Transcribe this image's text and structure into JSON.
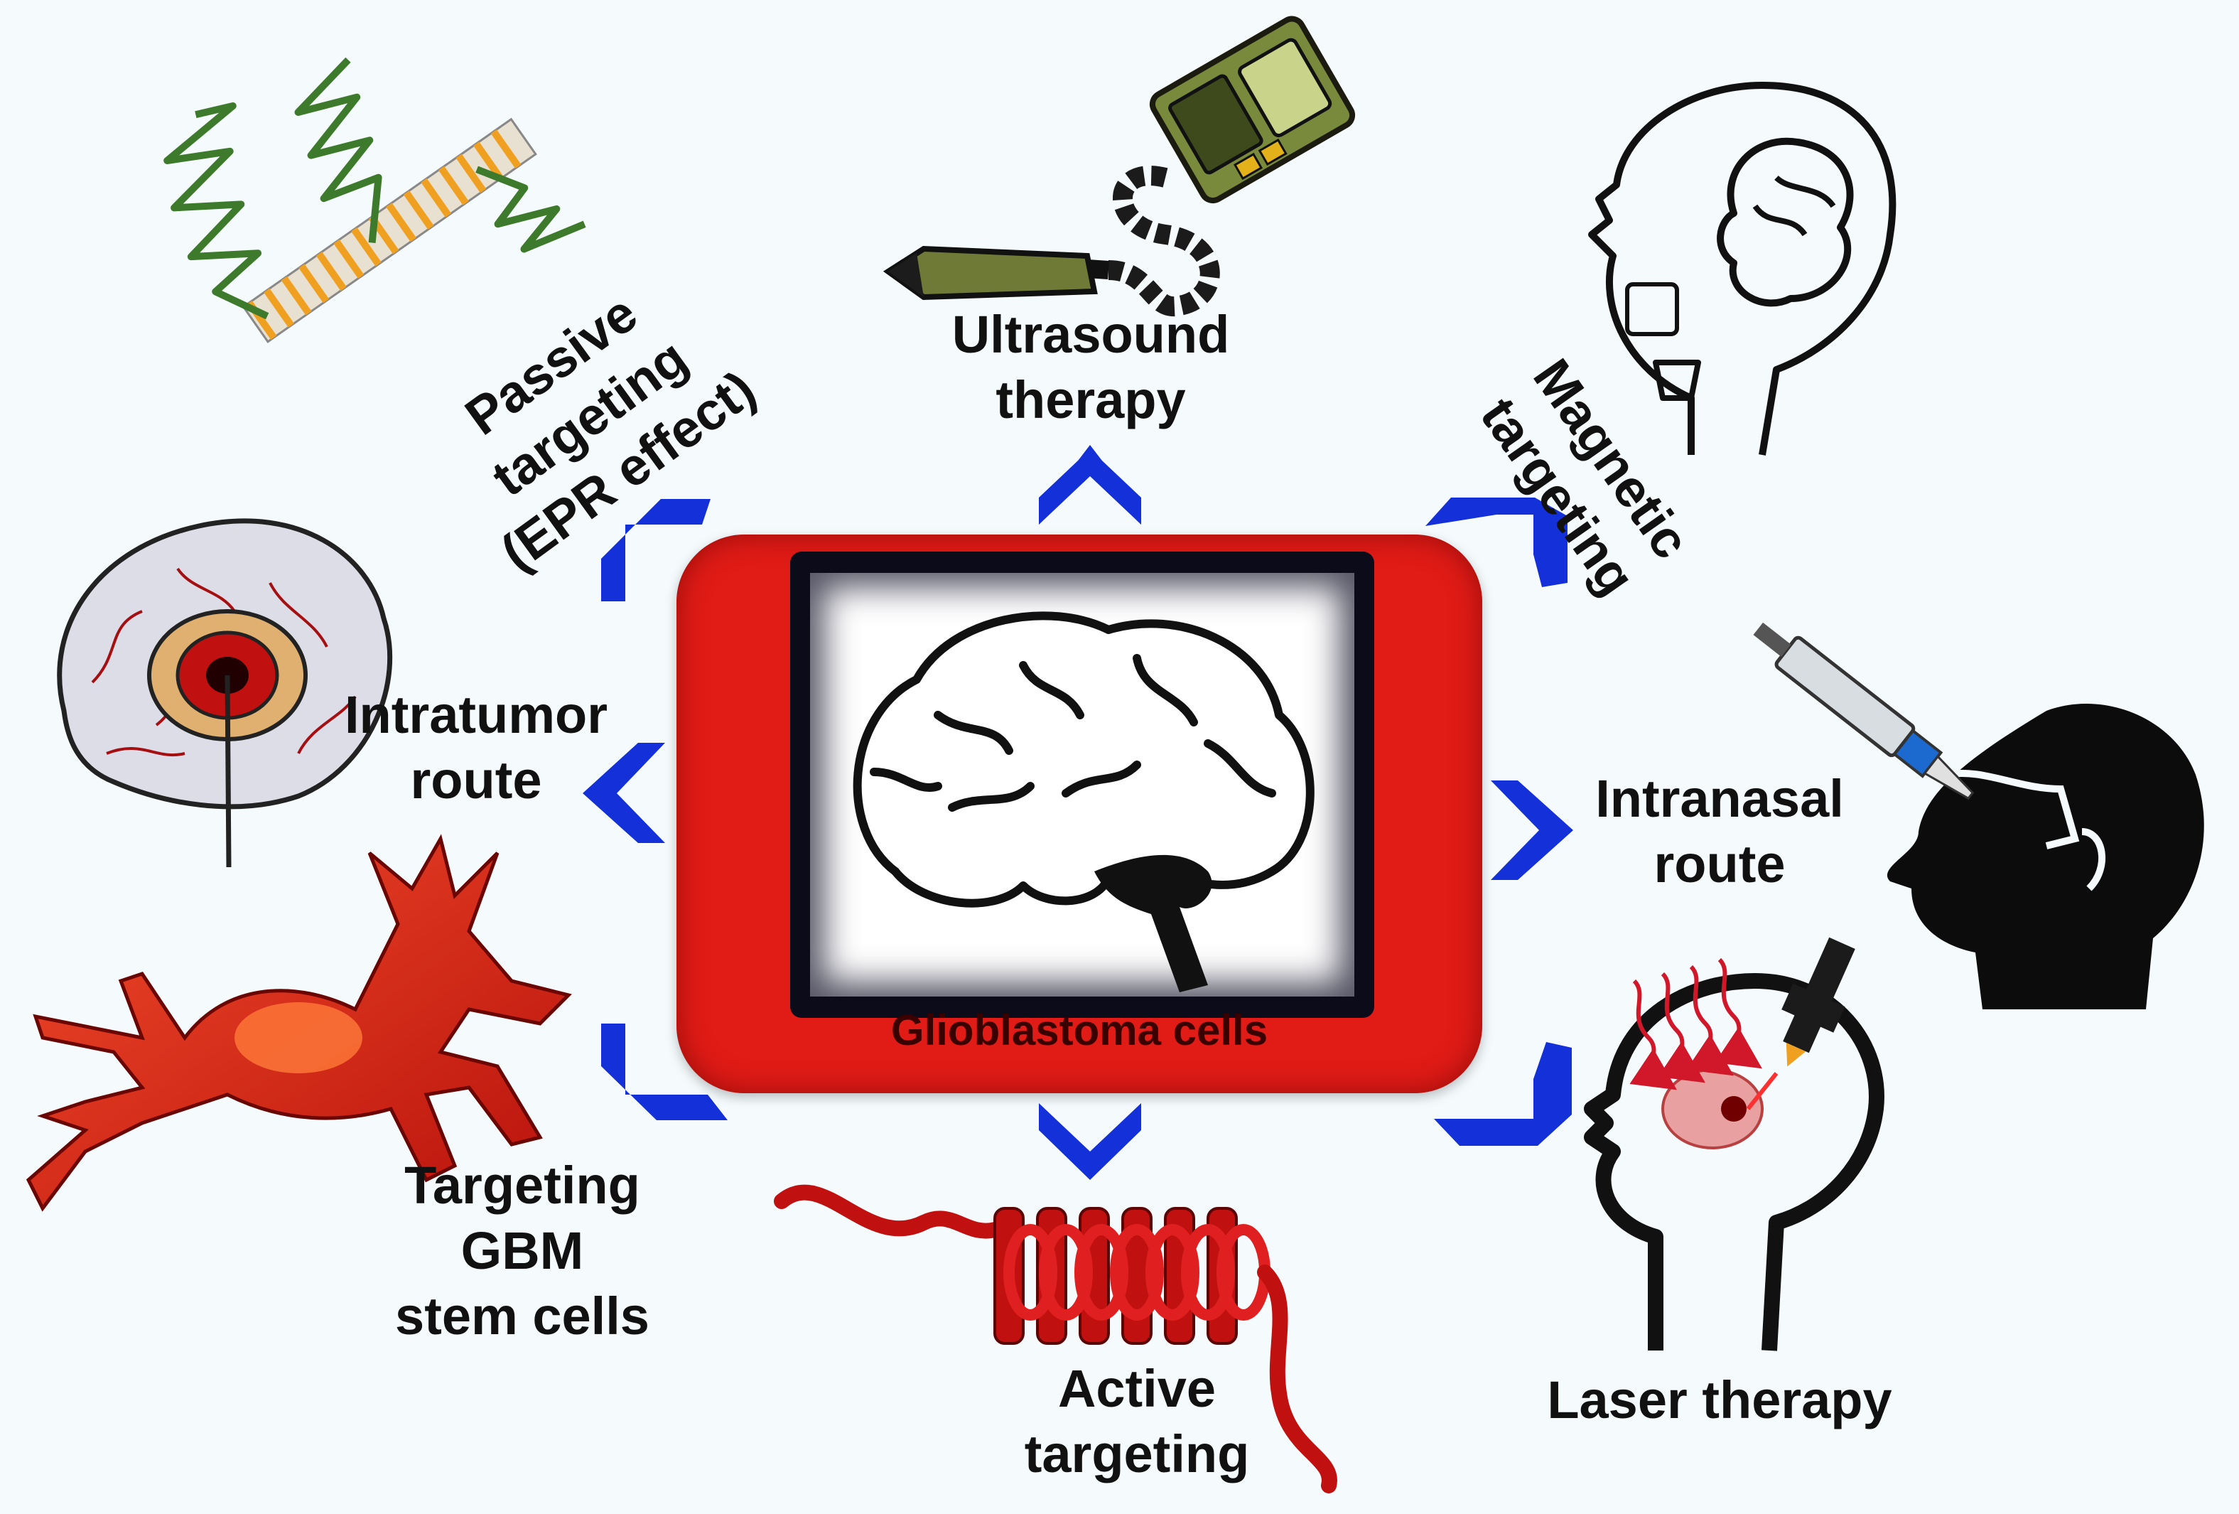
{
  "center": {
    "caption": "Glioblastoma cells"
  },
  "labels": {
    "ultrasound": [
      "Ultrasound",
      "therapy"
    ],
    "passive": [
      "Passive",
      "targeting",
      "(EPR effect)"
    ],
    "magnetic": [
      "Magnetic",
      "targeting"
    ],
    "intratumor": [
      "Intratumor",
      "route"
    ],
    "intranasal": [
      "Intranasal",
      "route"
    ],
    "stem": [
      "Targeting",
      "GBM",
      "stem cells"
    ],
    "active": [
      "Active",
      "targeting"
    ],
    "laser": [
      "Laser therapy"
    ]
  },
  "colors": {
    "arrow": "#1430d8",
    "panel": "#e11b16",
    "cell": "#e2261c",
    "device": "#6f7a37"
  },
  "icons": [
    "ultrasound-probe-icon",
    "nanocarrier-membrane-icon",
    "magnetic-head-icon",
    "brain-injection-icon",
    "nasal-spray-head-icon",
    "glioma-stem-cell-icon",
    "protein-helix-icon",
    "laser-head-icon",
    "brain-outline-icon"
  ]
}
